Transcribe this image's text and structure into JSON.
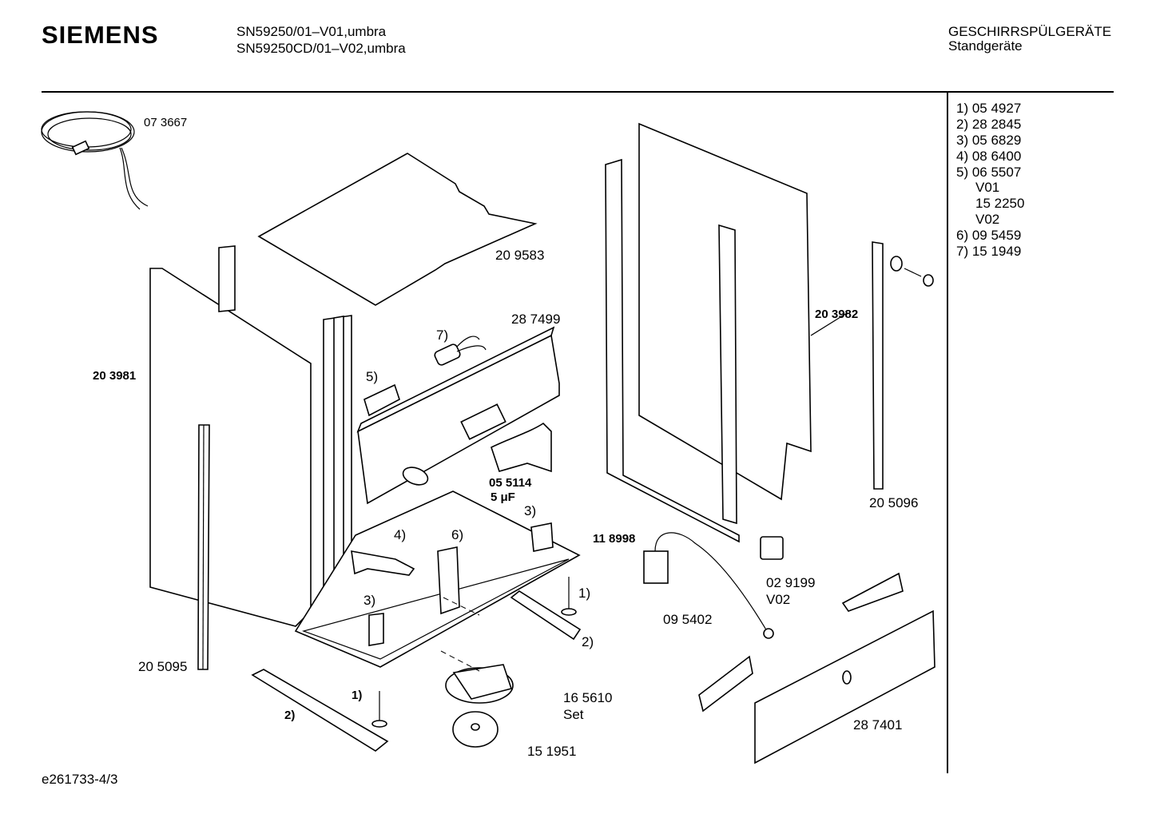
{
  "header": {
    "brand": "SIEMENS",
    "model_lines": [
      "SN59250/01–V01,umbra",
      "SN59250CD/01–V02,umbra"
    ],
    "category": "GESCHIRRSPÜLGERÄTE",
    "subcategory": "Standgeräte"
  },
  "legend": {
    "rows": [
      "1) 05 4927",
      "2) 28 2845",
      "3) 05 6829",
      "4) 08 6400",
      "5) 06 5507",
      "V01",
      "15 2250",
      "V02",
      "6) 09 5459",
      "7) 15 1949"
    ]
  },
  "part_labels": {
    "cable": "07 3667",
    "top_cover": "20 9583",
    "side_panel_left": "20 3981",
    "control_panel": "28 7499",
    "item7": "7)",
    "item5": "5)",
    "capacitor_code": "05 5114",
    "capacitor_value": "5 μF",
    "side_panel_right": "20 3982",
    "strip_right": "20 5096",
    "item3_top": "3)",
    "item6": "6)",
    "item4": "4)",
    "base_code": "11 8998",
    "relay_code": "02 9199",
    "relay_variant": "V02",
    "item1_right": "1)",
    "item2_right": "2)",
    "item3_bottom": "3)",
    "sensor_code": "09 5402",
    "strip_left": "20 5095",
    "item1_bottom": "1)",
    "pump_code": "16 5610",
    "pump_set": "Set",
    "item2_bottom": "2)",
    "plinth_code": "28 7401",
    "disc_code": "15 1951"
  },
  "footer": {
    "doc_id": "e261733-4/3"
  }
}
